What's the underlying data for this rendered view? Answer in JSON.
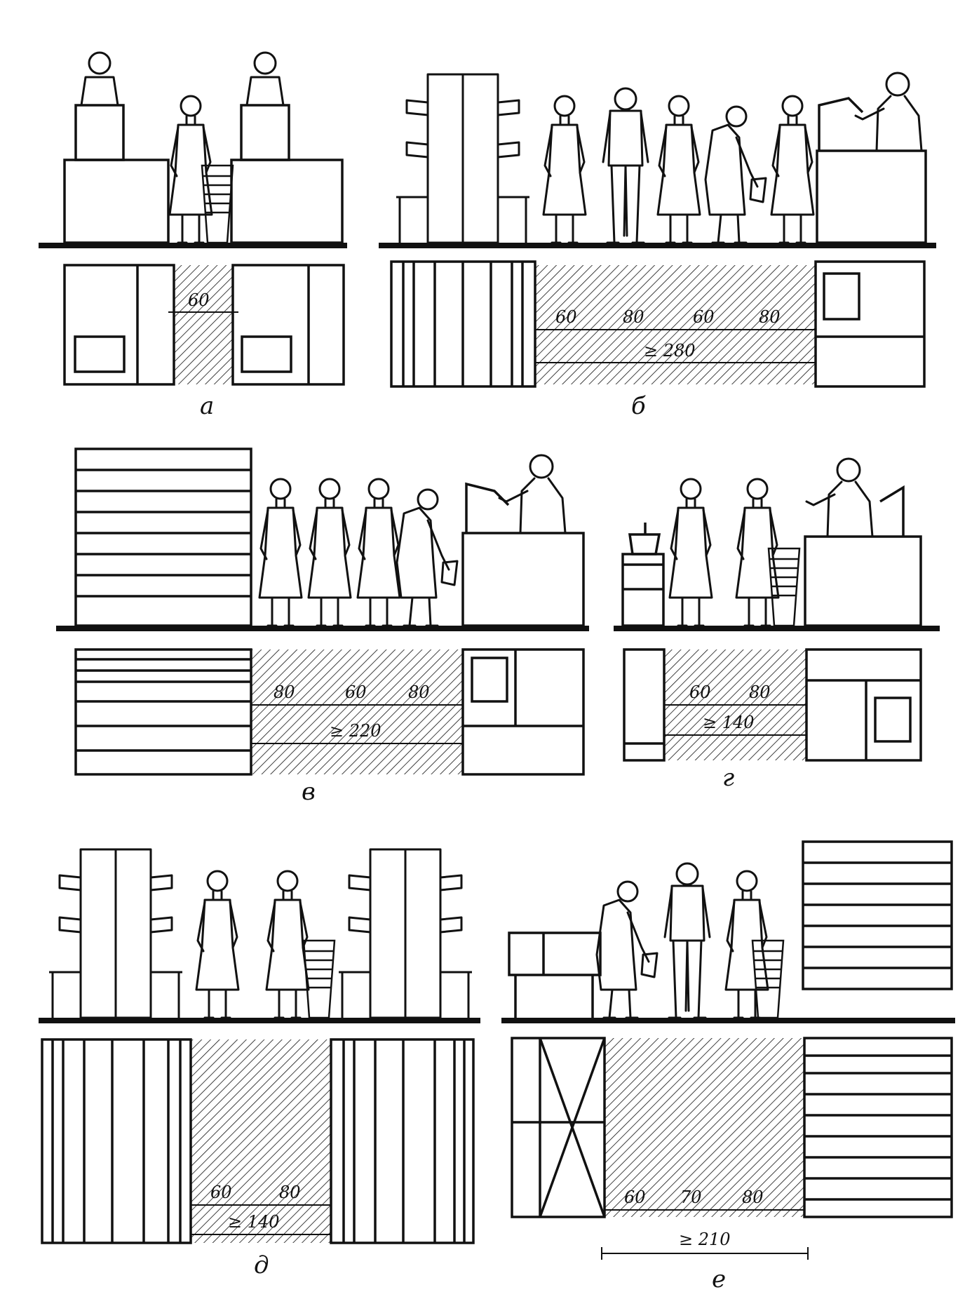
{
  "panels": [
    {
      "id": "a",
      "label": "а",
      "dims": [
        "60"
      ],
      "total": ""
    },
    {
      "id": "b",
      "label": "б",
      "dims": [
        "60",
        "80",
        "60",
        "80"
      ],
      "total": "≥ 280"
    },
    {
      "id": "v",
      "label": "в",
      "dims": [
        "80",
        "60",
        "80"
      ],
      "total": "≥ 220"
    },
    {
      "id": "g",
      "label": "г",
      "dims": [
        "60",
        "80"
      ],
      "total": "≥ 140"
    },
    {
      "id": "d",
      "label": "д",
      "dims": [
        "60",
        "80"
      ],
      "total": "≥ 140"
    },
    {
      "id": "e",
      "label": "е",
      "dims": [
        "60",
        "70",
        "80"
      ],
      "total": "≥ 210"
    }
  ],
  "colors": {
    "ink": "#111111",
    "background": "#ffffff"
  }
}
